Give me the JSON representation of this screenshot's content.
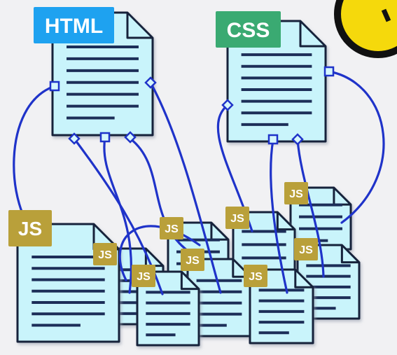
{
  "labels": {
    "html": "HTML",
    "css": "CSS",
    "js": "JS"
  },
  "colors": {
    "doc_fill": "#c9f4fb",
    "doc_stroke": "#15233b",
    "doc_lines": "#1e2f59",
    "link": "#1f33c9",
    "html_badge": "#1ea2f0",
    "css_badge": "#3aaa72",
    "js_badge": "#b9a03a",
    "corner_badge": "#f5d90c"
  },
  "icons": {
    "corner": "yellow-circle-icon"
  }
}
